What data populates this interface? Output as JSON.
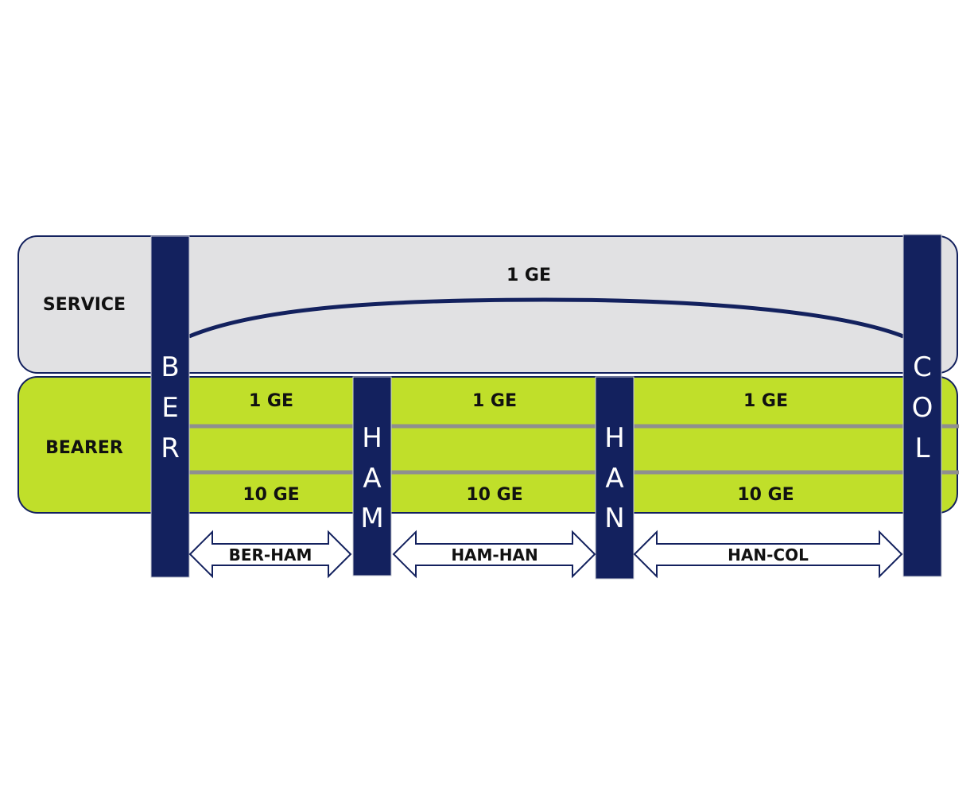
{
  "layers": {
    "service_label": "SERVICE",
    "bearer_label": "BEARER"
  },
  "service": {
    "capacity": "1 GE"
  },
  "nodes": [
    {
      "id": "ber",
      "letters": [
        "B",
        "E",
        "R"
      ]
    },
    {
      "id": "ham",
      "letters": [
        "H",
        "A",
        "M"
      ]
    },
    {
      "id": "han",
      "letters": [
        "H",
        "A",
        "N"
      ]
    },
    {
      "id": "col",
      "letters": [
        "C",
        "O",
        "L"
      ]
    }
  ],
  "bearer_segments": [
    {
      "top": "1 GE",
      "bottom": "10 GE",
      "link": "BER-HAM"
    },
    {
      "top": "1 GE",
      "bottom": "10 GE",
      "link": "HAM-HAN"
    },
    {
      "top": "1 GE",
      "bottom": "10 GE",
      "link": "HAN-COL"
    }
  ],
  "colors": {
    "navy": "#13215e",
    "service_fill": "#e1e1e3",
    "bearer_fill": "#c0df2a",
    "divider": "#8f8f8f",
    "arrow_fill": "#ffffff"
  }
}
